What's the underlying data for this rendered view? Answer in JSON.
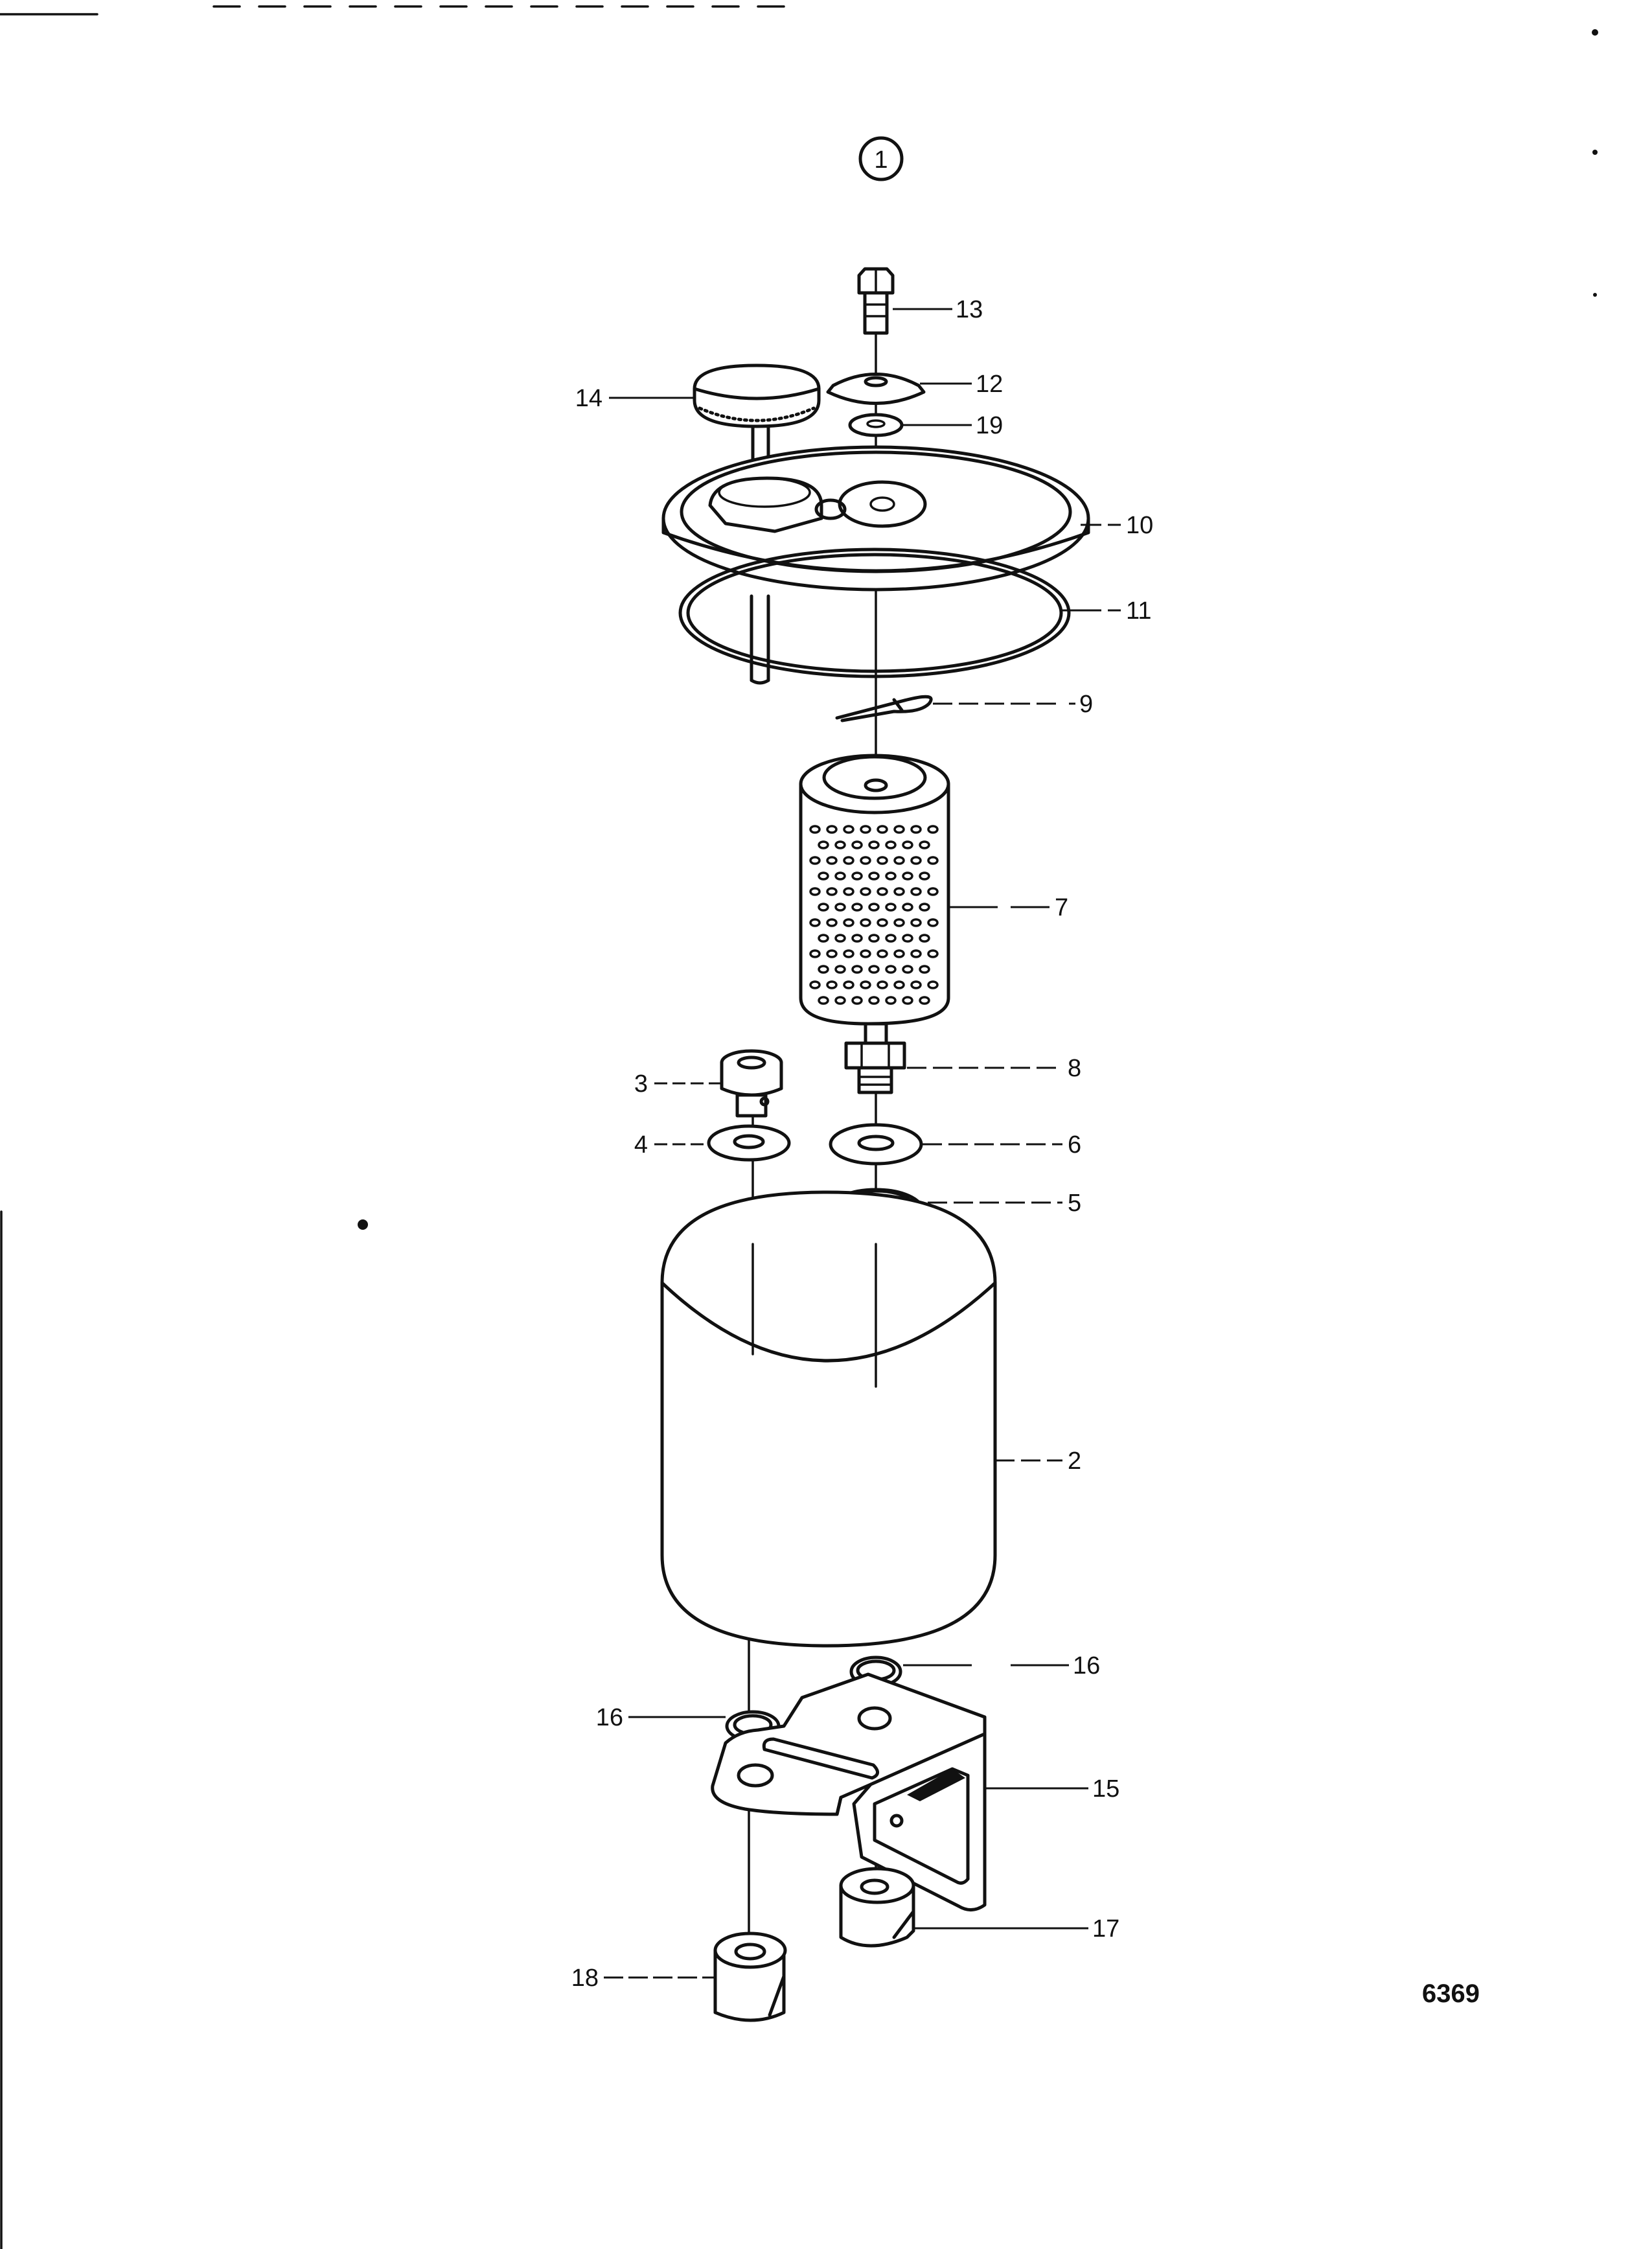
{
  "view_marker": "1",
  "drawing_number": "6369",
  "callouts": {
    "c2": "2",
    "c3": "3",
    "c4": "4",
    "c5": "5",
    "c6": "6",
    "c7": "7",
    "c8": "8",
    "c9": "9",
    "c10": "10",
    "c11": "11",
    "c12": "12",
    "c13": "13",
    "c14": "14",
    "c15": "15",
    "c16a": "16",
    "c16b": "16",
    "c17": "17",
    "c18": "18",
    "c19": "19"
  }
}
